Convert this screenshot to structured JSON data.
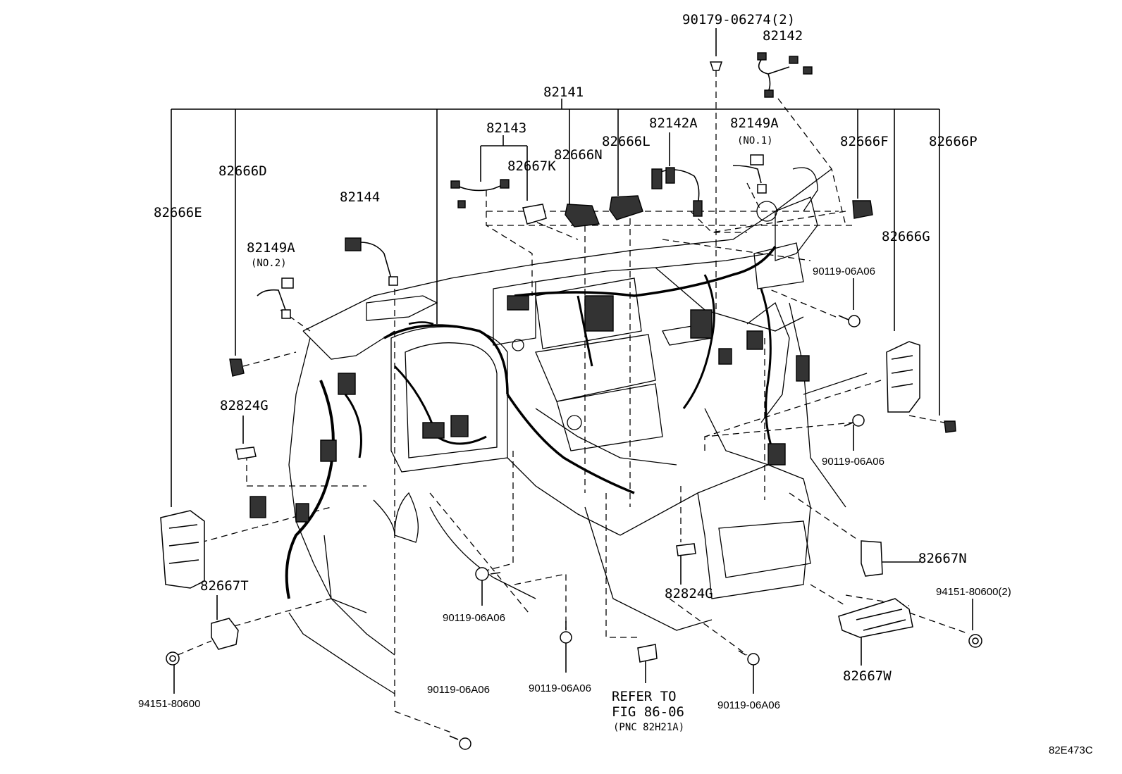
{
  "diagram": {
    "labels": {
      "p90179": "90179-06274(2)",
      "p82142": "82142",
      "p82141": "82141",
      "p82143": "82143",
      "p82666N": "82666N",
      "p82666L": "82666L",
      "p82142A": "82142A",
      "p82149A_no1": "82149A",
      "no1": "(NO.1)",
      "p82666F": "82666F",
      "p82666P": "82666P",
      "p82666D": "82666D",
      "p82667K": "82667K",
      "p82144": "82144",
      "p82666E": "82666E",
      "p82149A_no2": "82149A",
      "no2": "(NO.2)",
      "p82666G": "82666G",
      "p90119_a": "90119-06A06",
      "p82824G_left": "82824G",
      "p90119_b": "90119-06A06",
      "p82667N": "82667N",
      "p82667T": "82667T",
      "p82824G_right": "82824G",
      "p94151_2": "94151-80600(2)",
      "p90119_c": "90119-06A06",
      "p82667W": "82667W",
      "p90119_d": "90119-06A06",
      "p94151": "94151-80600",
      "p90119_e": "90119-06A06",
      "refer1": "REFER TO",
      "refer2": "FIG 86-06",
      "refer3": "(PNC 82H21A)",
      "p90119_f": "90119-06A06",
      "figure_code": "82E473C"
    }
  }
}
